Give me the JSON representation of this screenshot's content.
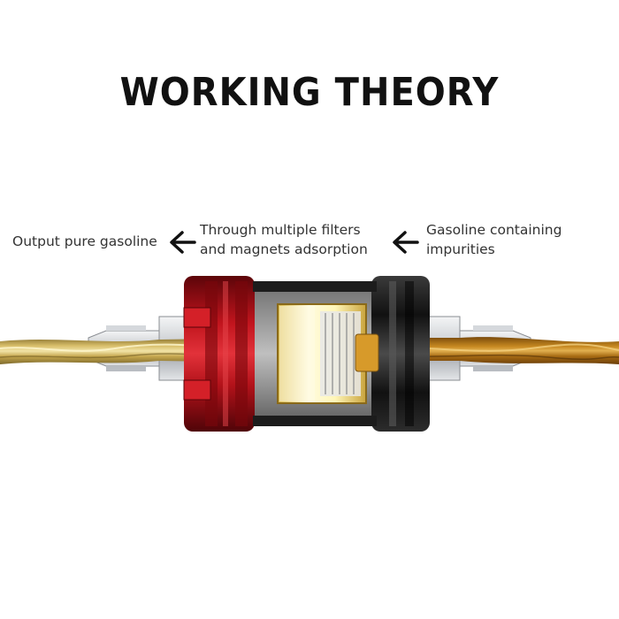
{
  "title": "WORKING THEORY",
  "labels": {
    "output": "Output pure gasoline",
    "filters_line1": "Through multiple filters",
    "filters_line2": "and magnets adsorption",
    "input_line1": "Gasoline containing",
    "input_line2": "impurities"
  },
  "colors": {
    "housing_red": "#b3121a",
    "housing_black": "#1c1c1c",
    "chrome": "#c9ccd0",
    "fuel_gold": "#c8a448",
    "dirty_fuel": "#a26a14",
    "filter_glow": "#f3e79a"
  },
  "icons": [
    "arrow-left-icon",
    "arrow-left-icon"
  ]
}
